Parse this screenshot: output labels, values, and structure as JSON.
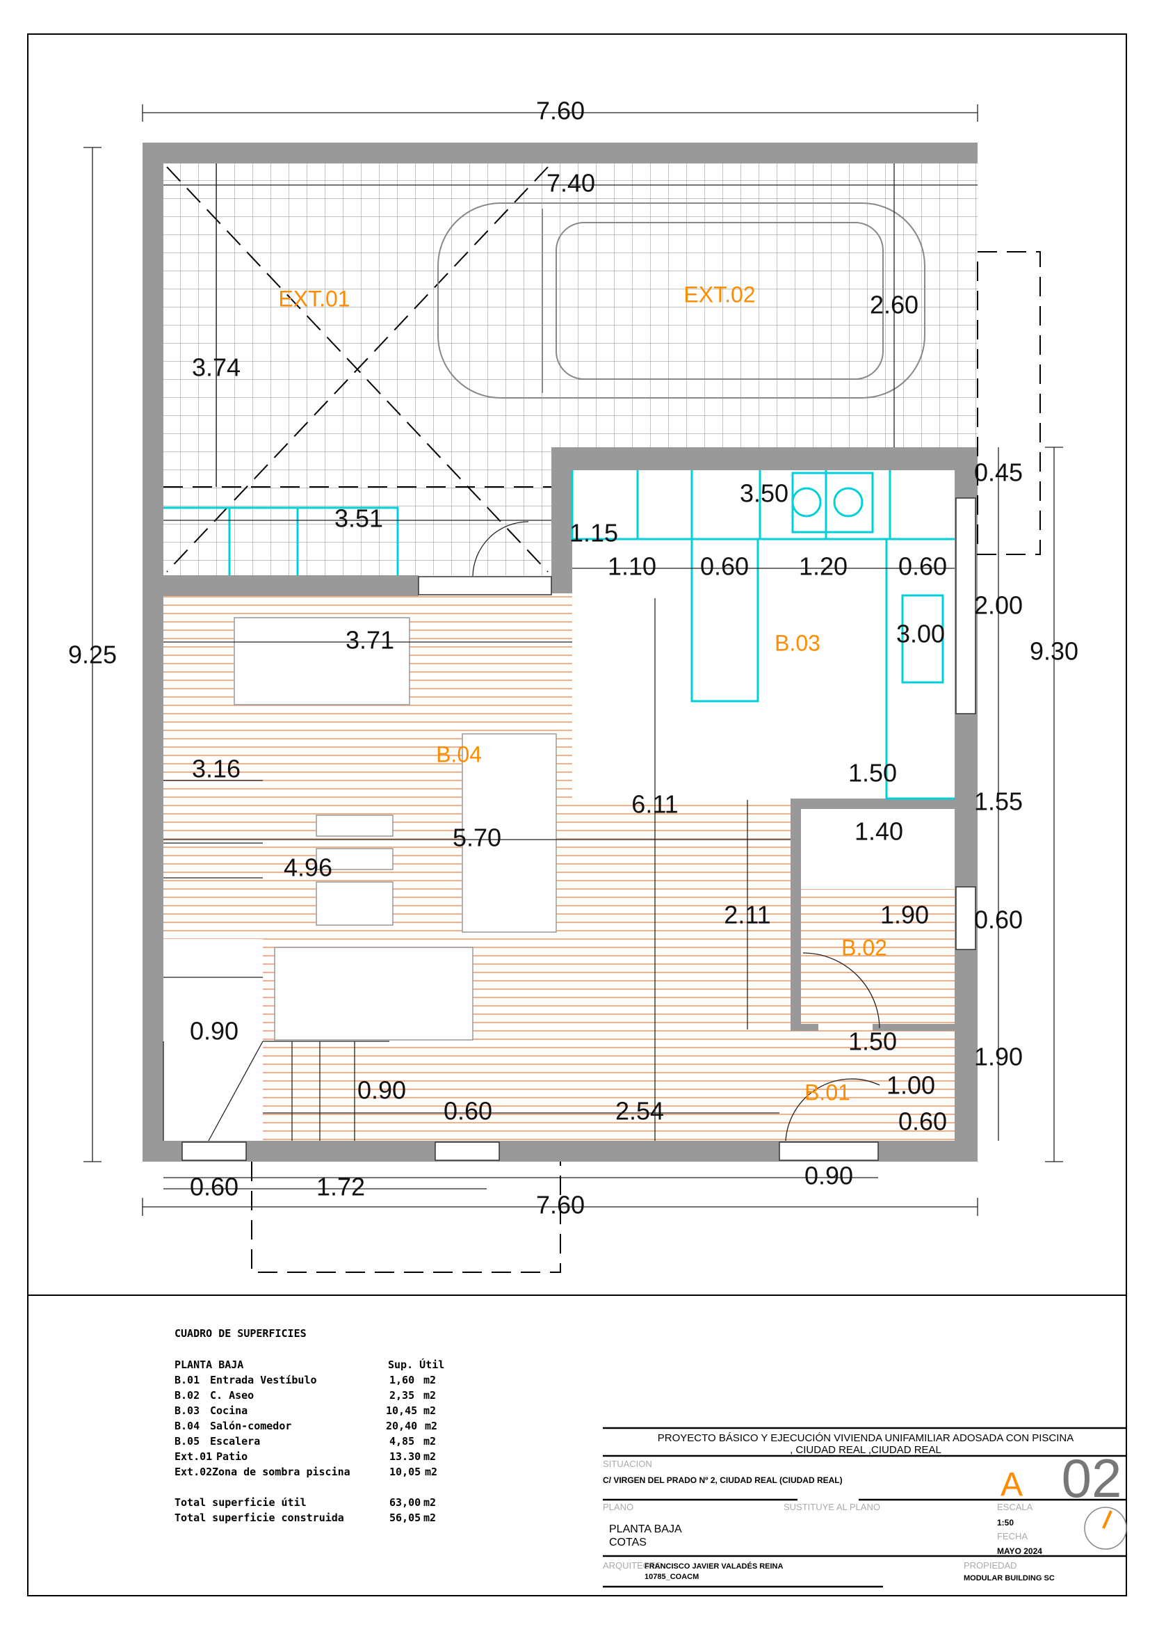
{
  "plan": {
    "rooms": [
      "EXT.01",
      "EXT.02",
      "B.03",
      "B.04",
      "B.02",
      "B.01"
    ],
    "dims": [
      "7.60",
      "7.40",
      "2.60",
      "3.74",
      "0.45",
      "3.50",
      "3.51",
      "1.15",
      "1.10",
      "0.60",
      "1.20",
      "0.60",
      "2.00",
      "3.71",
      "3.00",
      "9.25",
      "9.30",
      "3.16",
      "1.50",
      "6.11",
      "1.55",
      "1.40",
      "5.70",
      "4.96",
      "2.11",
      "1.90",
      "0.60",
      "0.90",
      "1.50",
      "1.90",
      "1.00",
      "0.90",
      "0.60",
      "2.54",
      "0.60",
      "0.60",
      "1.72",
      "0.90",
      "7.60"
    ]
  },
  "table": {
    "title": "CUADRO DE SUPERFICIES",
    "header": {
      "name": "PLANTA BAJA",
      "value": "Sup. Útil"
    },
    "rows": [
      {
        "code": "B.01",
        "name": "Entrada Vestíbulo",
        "value": "1,60",
        "unit": "m2"
      },
      {
        "code": "B.02",
        "name": "C. Aseo",
        "value": "2,35",
        "unit": "m2"
      },
      {
        "code": "B.03",
        "name": "Cocina",
        "value": "10,45",
        "unit": "m2"
      },
      {
        "code": "B.04",
        "name": "Salón-comedor",
        "value": "20,40",
        "unit": "m2"
      },
      {
        "code": "B.05",
        "name": "Escalera",
        "value": "4,85",
        "unit": "m2"
      },
      {
        "code": "Ext.01",
        "name": "Patio",
        "value": "13.30",
        "unit": "m2"
      },
      {
        "code": "Ext.02",
        "name": "Zona de sombra piscina",
        "value": "10,05",
        "unit": "m2"
      }
    ],
    "totals": [
      {
        "name": "Total superficie útil",
        "value": "63,00",
        "unit": "m2"
      },
      {
        "name": "Total superficie construida",
        "value": "56,05",
        "unit": "m2"
      }
    ]
  },
  "title_block": {
    "project_line1": "PROYECTO BÁSICO Y EJECUCIÓN VIVIENDA UNIFAMILIAR ADOSADA CON PISCINA",
    "project_line2": ", CIUDAD REAL ,CIUDAD REAL",
    "situacion_label": "SITUACION",
    "situacion": "C/ VIRGEN DEL PRADO Nº 2, CIUDAD REAL (CIUDAD REAL)",
    "sheet_letter": "A",
    "sheet_number": "02",
    "plano_label": "PLANO",
    "sustituye_label": "SUSTITUYE AL PLANO",
    "plano_line1": "PLANTA BAJA",
    "plano_line2": "COTAS",
    "escala_label": "ESCALA",
    "escala": "1:50",
    "fecha_label": "FECHA",
    "fecha": "MAYO 2024",
    "arquitecto_label": "ARQUITECTO",
    "arquitecto": "FRANCISCO JAVIER VALADÉS REINA",
    "colegiado": "10785_COACM",
    "propiedad_label": "PROPIEDAD",
    "propiedad": "MODULAR BUILDING SC",
    "accent": "#ff8c00"
  }
}
